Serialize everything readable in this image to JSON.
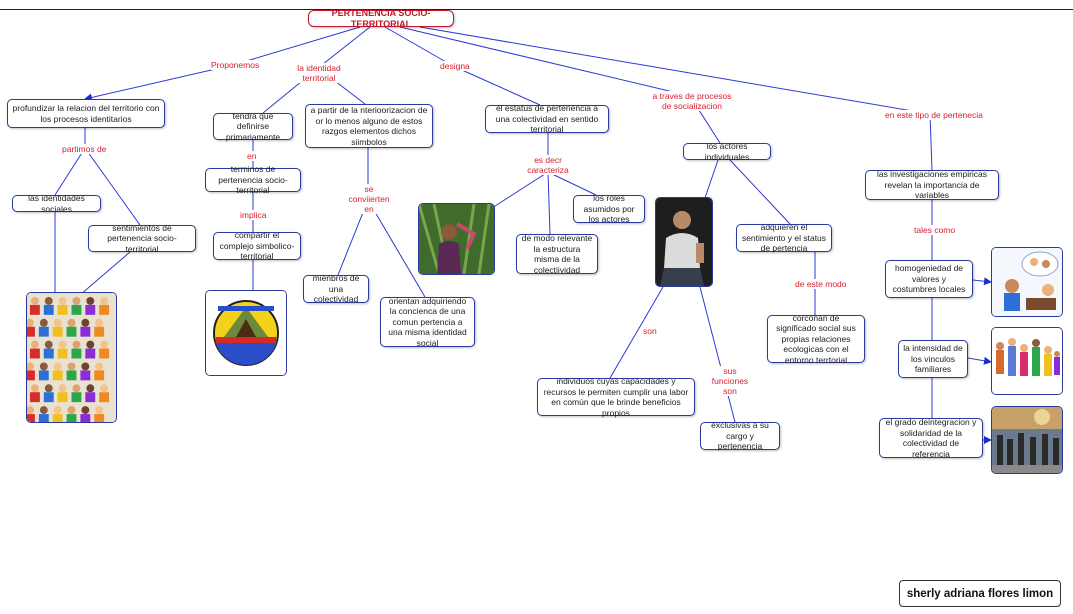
{
  "title": "PERTENENCIA SOCIO-TERRITORIAL",
  "nodes": {
    "profundizar": "profundizar la relacion del territorio con los procesos identitarios",
    "identidades": "las identidades sociales",
    "sentimientos": "sentimientos de pertenencia socio-territorial",
    "tendra": "tendra que definirse primariamente",
    "terminos": "terminos de pertenencia socio-territorial",
    "compartir": "compartir el complejo simbolico-territorial",
    "interiorizacion": "a partir de la nterioorizacion de or lo menos alguno de estos razgos  elementos dichos siimbolos",
    "miembros": "mienbros de una colectividad",
    "orientan": "orientan adquiriendo la concienca de una comun pertencia a una misma identidad social",
    "estatus": "el estatus de pertenencia a una colectividad en sentido territorial",
    "roles": "los roles asumidos por los actores",
    "relevante": "de modo relevante la estructura misma de la colectiividad",
    "actores": "los actores individuales",
    "adquieren": "adquieren el sentimiento y el status de pertencia",
    "individuos": "individuos cuyas capacidades y recursos le permiten cumplir una labor en común que le brinde beneficios propios",
    "exclusivas": "exclusivas a su cargo y pertenencia",
    "corconan": "corconan de significado social sus propias relaciones ecologicas con el entorno terrtorial",
    "investigaciones": "las investigaciones empiricas revelan la importancia de variables",
    "homogeniedad": "homogeniedad de valores y costumbres locales",
    "intensidad": "la intensidad de los vinculos familiares",
    "grado": "el grado deintegracion y solidaridad de la colectividad de referencia"
  },
  "labels": {
    "proponemos": "Proponemos",
    "identidad_territorial": "la identidad territorial",
    "designa": "designa",
    "a_traves": "a traves de procesos de socializacion",
    "tipo": "en este tipo de pertenecia",
    "partimos": "partimos de",
    "en": "en",
    "implica": "implica",
    "se_convierten": "se conviierten en",
    "es_decr": "es decr caracteriza",
    "son": "son",
    "sus_funciones": "sus funciones son",
    "de_este_modo": "de este modo",
    "tales_como": "tales como"
  },
  "author": "sherly adriana flores limon",
  "colors": {
    "node_border": "#2b3a9f",
    "link_label": "#d6202e",
    "root": "#c0182a"
  }
}
